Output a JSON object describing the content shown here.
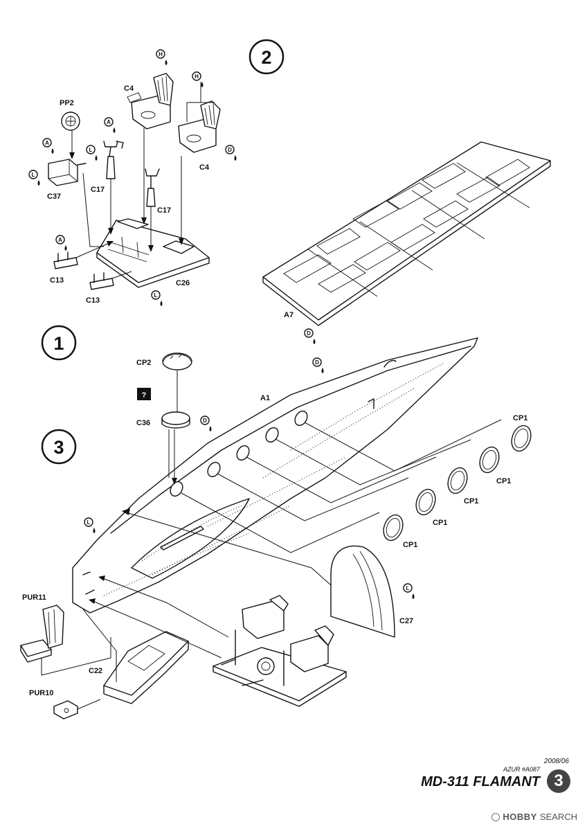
{
  "steps": [
    "2",
    "1",
    "3"
  ],
  "parts": {
    "pp2": "PP2",
    "c4_a": "C4",
    "c4_b": "C4",
    "c17_a": "C17",
    "c17_b": "C17",
    "c37": "C37",
    "c13_a": "C13",
    "c13_b": "C13",
    "c26": "C26",
    "a7": "A7",
    "cp2": "CP2",
    "c36": "C36",
    "a1": "A1",
    "cp1_1": "CP1",
    "cp1_2": "CP1",
    "cp1_3": "CP1",
    "cp1_4": "CP1",
    "cp1_5": "CP1",
    "c27": "C27",
    "pur11": "PUR11",
    "c22": "C22",
    "pur10": "PUR10"
  },
  "paint_codes": {
    "h1": "H",
    "h2": "H",
    "a_c17": "A",
    "l_c17": "L",
    "a_c37": "A",
    "l_c37": "L",
    "d_c4": "D",
    "a_c13": "A",
    "l_c26": "L",
    "d_a7": "D",
    "d_a1_top": "D",
    "d_a1_mid": "D",
    "l_nose": "L",
    "l_c27": "L"
  },
  "unknown_marker": "?",
  "footer": {
    "date": "2008/06",
    "ref": "AZUR #A087",
    "title": "MD-311 FLAMANT",
    "sheet": "3"
  },
  "watermark": {
    "brand": "HOBBY",
    "brand_suffix": "SEARCH"
  }
}
